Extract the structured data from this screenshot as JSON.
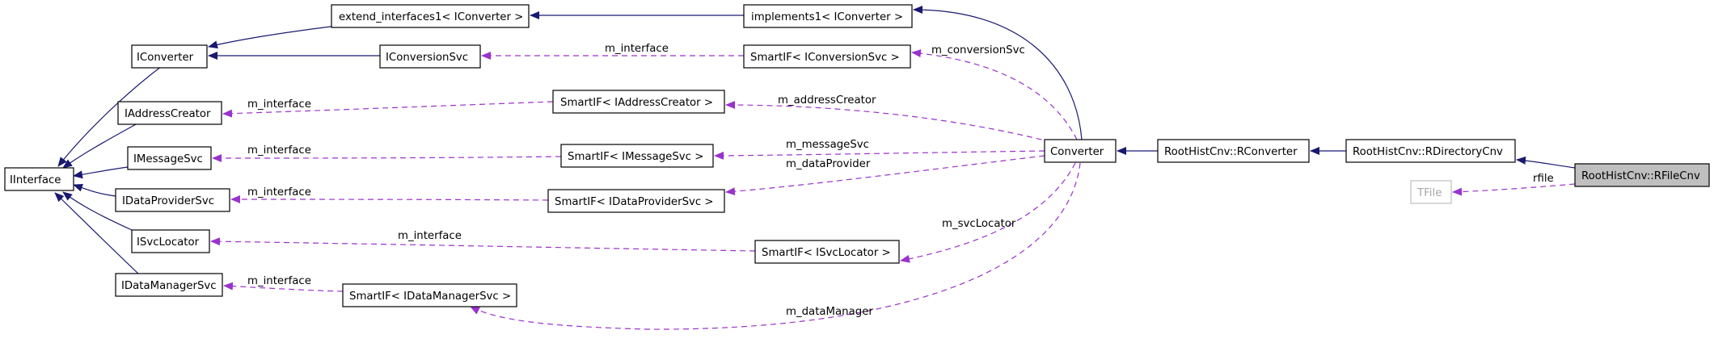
{
  "nodes": {
    "iinterface": "IInterface",
    "iconverter": "IConverter",
    "iaddresscreator": "IAddressCreator",
    "imessagesvc": "IMessageSvc",
    "idataprovidersvc": "IDataProviderSvc",
    "isvclocator": "ISvcLocator",
    "idatamanagersvc": "IDataManagerSvc",
    "extend_interfaces": "extend_interfaces1< IConverter >",
    "implements": "implements1< IConverter >",
    "iconversionsvc": "IConversionSvc",
    "smartif_iconversionsvc": "SmartIF< IConversionSvc >",
    "smartif_iaddresscreator": "SmartIF< IAddressCreator >",
    "smartif_imessagesvc": "SmartIF< IMessageSvc >",
    "smartif_idataprovidersvc": "SmartIF< IDataProviderSvc >",
    "smartif_isvclocator": "SmartIF< ISvcLocator >",
    "smartif_idatamanagersvc": "SmartIF< IDataManagerSvc >",
    "converter": "Converter",
    "rconverter": "RootHistCnv::RConverter",
    "rdirectorycnv": "RootHistCnv::RDirectoryCnv",
    "rfilecnv": "RootHistCnv::RFileCnv",
    "tfile": "TFile"
  },
  "edge_labels": {
    "conv_m_interface": "m_interface",
    "addr_m_interface": "m_interface",
    "msg_m_interface": "m_interface",
    "dp_m_interface": "m_interface",
    "svc_m_interface": "m_interface",
    "dm_m_interface": "m_interface",
    "m_conversionSvc": "m_conversionSvc",
    "m_addressCreator": "m_addressCreator",
    "m_messageSvc": "m_messageSvc",
    "m_dataProvider": "m_dataProvider",
    "m_svcLocator": "m_svcLocator",
    "m_dataManager": "m_dataManager",
    "rfile": "rfile"
  },
  "colors": {
    "inheritance_edge": "#191970",
    "usage_edge": "#9a32cd",
    "highlight_fill": "#bfbfbf",
    "undocumented_border": "#bfbfbf"
  }
}
